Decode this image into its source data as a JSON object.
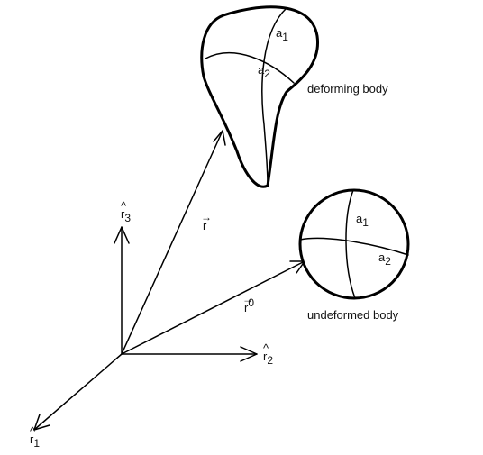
{
  "labels": {
    "deforming": "deforming body",
    "undeformed": "undeformed body",
    "r_vec": "r",
    "r0_vec": "r",
    "r0_sup": "0",
    "axis_r": "r",
    "axis_hat": "^",
    "sub_1": "1",
    "sub_2": "2",
    "sub_3": "3",
    "vec_mark": "→",
    "a": "a"
  },
  "colors": {
    "ink": "#000000",
    "background": "#ffffff"
  }
}
